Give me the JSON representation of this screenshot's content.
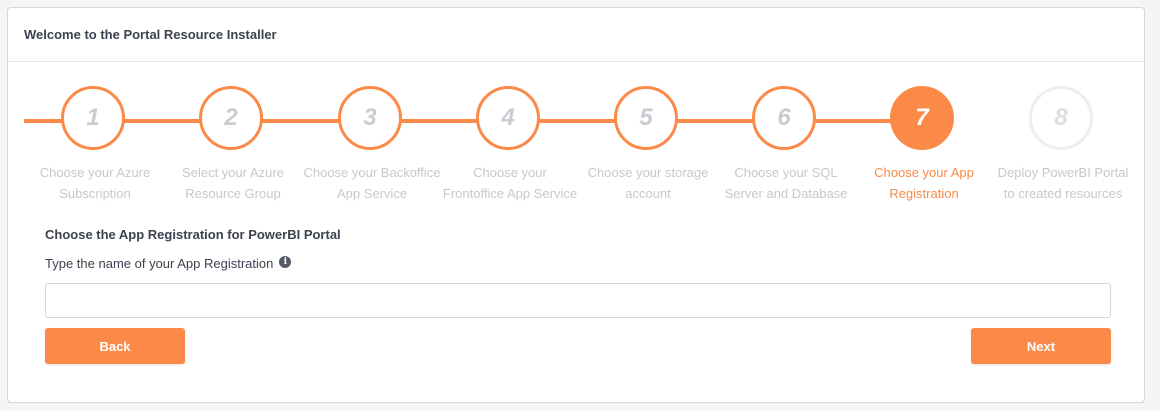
{
  "header": {
    "title": "Welcome to the Portal Resource Installer"
  },
  "colors": {
    "accent": "#fb8a48",
    "inactive_text": "#c5c8ce",
    "future_border": "#eceef1"
  },
  "stepper": {
    "active_step": 7,
    "steps": [
      {
        "number": "1",
        "label_line1": "Choose your Azure",
        "label_line2": "Subscription",
        "state": "completed"
      },
      {
        "number": "2",
        "label_line1": "Select your Azure",
        "label_line2": "Resource Group",
        "state": "completed"
      },
      {
        "number": "3",
        "label_line1": "Choose your Backoffice",
        "label_line2": "App Service",
        "state": "completed"
      },
      {
        "number": "4",
        "label_line1": "Choose your",
        "label_line2": "Frontoffice App Service",
        "state": "completed"
      },
      {
        "number": "5",
        "label_line1": "Choose your storage",
        "label_line2": "account",
        "state": "completed"
      },
      {
        "number": "6",
        "label_line1": "Choose your SQL",
        "label_line2": "Server and Database",
        "state": "completed"
      },
      {
        "number": "7",
        "label_line1": "Choose your App",
        "label_line2": "Registration",
        "state": "active"
      },
      {
        "number": "8",
        "label_line1": "Deploy PowerBI Portal",
        "label_line2": "to created resources",
        "state": "future"
      }
    ]
  },
  "form": {
    "title": "Choose the App Registration for PowerBI Portal",
    "field_label": "Type the name of your App Registration",
    "field_icon": "info-icon",
    "field_value": "",
    "field_placeholder": ""
  },
  "buttons": {
    "back_label": "Back",
    "next_label": "Next"
  }
}
